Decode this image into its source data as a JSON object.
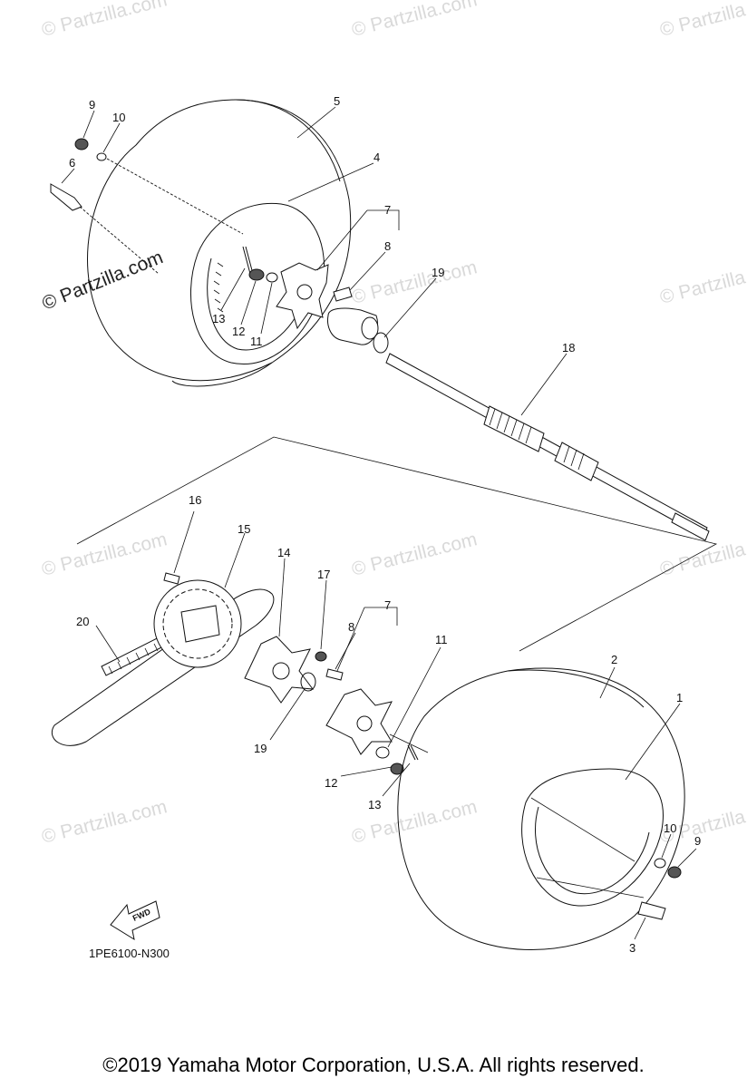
{
  "watermarks": {
    "brand": "© Partzilla.com"
  },
  "labels": {
    "l1": "1",
    "l2": "2",
    "l3": "3",
    "l4": "4",
    "l5": "5",
    "l6": "6",
    "l7a": "7",
    "l7b": "7",
    "l8a": "8",
    "l8b": "8",
    "l9a": "9",
    "l9b": "9",
    "l10a": "10",
    "l10b": "10",
    "l11a": "11",
    "l11b": "11",
    "l12a": "12",
    "l12b": "12",
    "l13a": "13",
    "l13b": "13",
    "l14": "14",
    "l15": "15",
    "l16": "16",
    "l17": "17",
    "l18": "18",
    "l19a": "19",
    "l19b": "19",
    "l20": "20"
  },
  "fwd_label": "FWD",
  "diagram_code": "1PE6100-N300",
  "copyright": "©2019  Yamaha Motor Corporation, U.S.A. All rights reserved."
}
